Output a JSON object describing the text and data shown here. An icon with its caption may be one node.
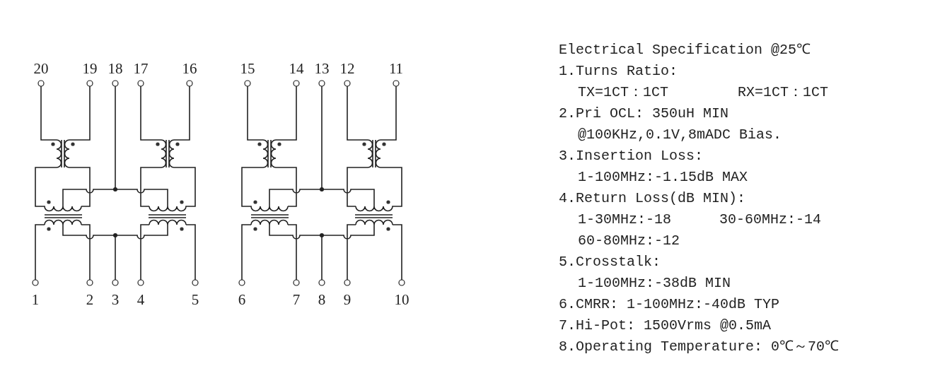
{
  "diagram": {
    "labels": [
      "20",
      "19",
      "18",
      "17",
      "16",
      "15",
      "14",
      "13",
      "12",
      "11",
      "1",
      "2",
      "3",
      "4",
      "5",
      "6",
      "7",
      "8",
      "9",
      "10",
      "Electrical Specification @25℃",
      "1.Turns Ratio:",
      "TX=1CT：1CT",
      "RX=1CT：1CT",
      "2.Pri OCL: 350uH MIN",
      "@100KHz,0.1V,8mADC Bias.",
      "3.Insertion Loss:",
      "1-100MHz:-1.15dB MAX",
      "4.Return Loss(dB MIN):",
      "1-30MHz:-18",
      "30-60MHz:-14",
      "60-80MHz:-12",
      "5.Crosstalk:",
      "1-100MHz:-38dB MIN",
      "6.CMRR: 1-100MHz:-40dB TYP",
      "7.Hi-Pot: 1500Vrms @0.5mA",
      "8.Operating Temperature: 0℃～70℃"
    ]
  }
}
